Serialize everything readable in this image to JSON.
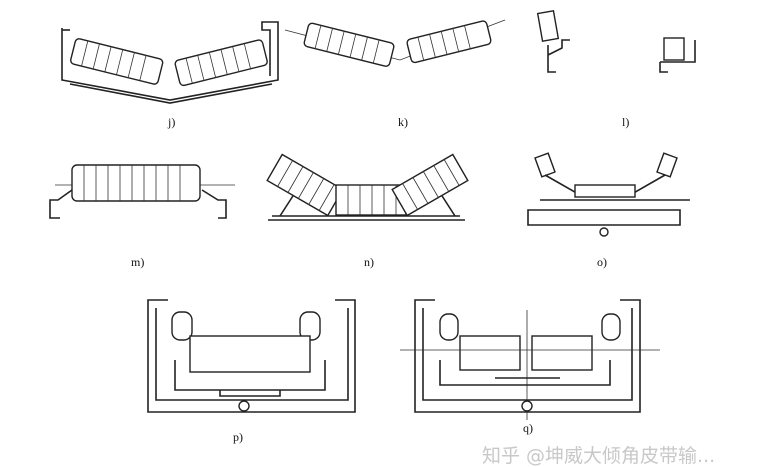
{
  "figure": {
    "labels": [
      "j)",
      "k)",
      "l)",
      "m)",
      "n)",
      "o)",
      "p)",
      "q)"
    ]
  },
  "watermark": {
    "text": "知乎 @坤威大倾角皮带输..."
  }
}
